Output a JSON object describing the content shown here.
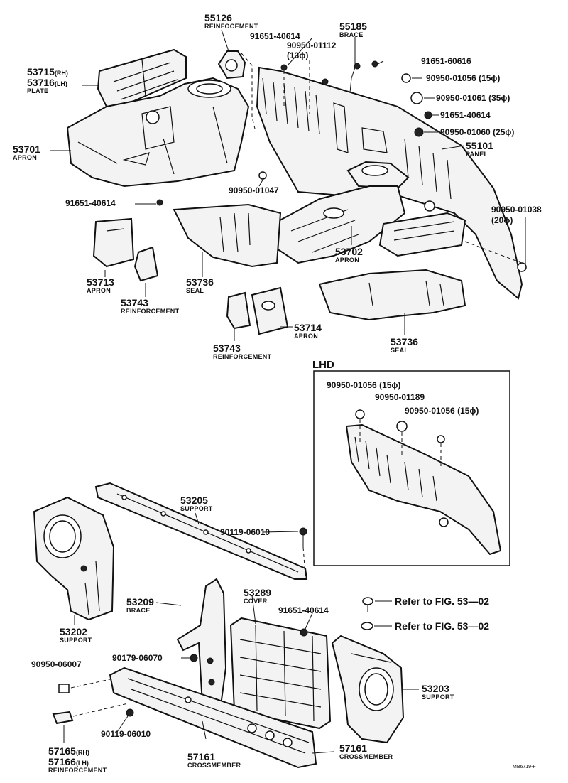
{
  "labels": {
    "p55126": {
      "num": "55126",
      "name": "REINFOCEMENT"
    },
    "p55185": {
      "num": "55185",
      "name": "BRACE"
    },
    "p91651_40614_a": {
      "num": "91651-40614"
    },
    "p90950_01112": {
      "num": "90950-01112",
      "size": "(13ϕ)"
    },
    "p91651_60616": {
      "num": "91651-60616"
    },
    "p53715": {
      "num": "53715",
      "side": "(RH)"
    },
    "p53716": {
      "num": "53716",
      "side": "(LH)",
      "name": "PLATE"
    },
    "p90950_01056_a": {
      "num": "90950-01056 (15ϕ)"
    },
    "p90950_01061": {
      "num": "90950-01061 (35ϕ)"
    },
    "p91651_40614_b": {
      "num": "91651-40614"
    },
    "p90950_01060": {
      "num": "90950-01060 (25ϕ)"
    },
    "p53701": {
      "num": "53701",
      "name": "APRON"
    },
    "p55101": {
      "num": "55101",
      "name": "PANEL"
    },
    "p90950_01047": {
      "num": "90950-01047"
    },
    "p91651_40614_c": {
      "num": "91651-40614"
    },
    "p90950_01038": {
      "num": "90950-01038",
      "size": "(20ϕ)"
    },
    "p53702": {
      "num": "53702",
      "name": "APRON"
    },
    "p53713": {
      "num": "53713",
      "name": "APRON"
    },
    "p53736_a": {
      "num": "53736",
      "name": "SEAL"
    },
    "p53743_a": {
      "num": "53743",
      "name": "REINFORCEMENT"
    },
    "p53714": {
      "num": "53714",
      "name": "APRON"
    },
    "p53736_b": {
      "num": "53736",
      "name": "SEAL"
    },
    "p53743_b": {
      "num": "53743",
      "name": "REINFORCEMENT"
    },
    "lhd_title": "LHD",
    "lhd_56_a": {
      "num": "90950-01056 (15ϕ)"
    },
    "lhd_189": {
      "num": "90950-01189"
    },
    "lhd_56_b": {
      "num": "90950-01056 (15ϕ)"
    },
    "p53205": {
      "num": "53205",
      "name": "SUPPORT"
    },
    "p90119_06010_a": {
      "num": "90119-06010"
    },
    "p53202": {
      "num": "53202",
      "name": "SUPPORT"
    },
    "p53209": {
      "num": "53209",
      "name": "BRACE"
    },
    "p53289": {
      "num": "53289",
      "name": "COVER"
    },
    "p91651_40614_d": {
      "num": "91651-40614"
    },
    "refer1": "Refer to FIG. 53—02",
    "refer2": "Refer to FIG. 53—02",
    "p90179_06070": {
      "num": "90179-06070"
    },
    "p90950_06007": {
      "num": "90950-06007"
    },
    "p53203": {
      "num": "53203",
      "name": "SUPPORT"
    },
    "p90119_06010_b": {
      "num": "90119-06010"
    },
    "p57165": {
      "num": "57165",
      "side": "(RH)"
    },
    "p57166": {
      "num": "57166",
      "side": "(LH)",
      "name": "REINFORCEMENT"
    },
    "p57161_a": {
      "num": "57161",
      "name": "CROSSMEMBER"
    },
    "p57161_b": {
      "num": "57161",
      "name": "CROSSMEMBER"
    },
    "fig_code": "MB6719-F"
  }
}
